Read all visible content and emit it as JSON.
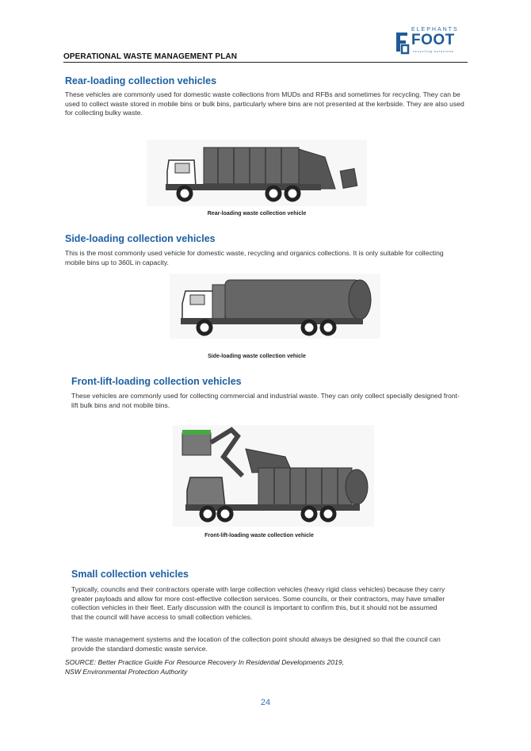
{
  "header": {
    "title": "OPERATIONAL WASTE MANAGEMENT PLAN",
    "logo": {
      "top": "ELEPHANTS",
      "main": "FOOT",
      "sub": "recycling solutions",
      "icon": "elephant-foot-logo-icon"
    }
  },
  "sections": [
    {
      "heading": "Rear-loading collection vehicles",
      "text": "These vehicles are commonly used for domestic waste collections from MUDs and RFBs and sometimes for recycling. They can be used to collect waste stored in mobile bins or bulk bins, particularly where bins are not presented at the kerbside. They are also used for collecting bulky waste.",
      "caption": "Rear-loading waste collection vehicle"
    },
    {
      "heading": "Side-loading collection vehicles",
      "text": "This is the most commonly used vehicle for domestic waste, recycling and organics collections. It is only suitable for collecting mobile bins up to 360L in capacity.",
      "caption": "Side-loading waste collection vehicle"
    },
    {
      "heading": "Front-lift-loading collection vehicles",
      "text": "These vehicles are commonly used for collecting commercial and industrial waste. They can only collect specially designed front-lift bulk bins and not mobile bins.",
      "caption": "Front-lift-loading waste collection vehicle"
    },
    {
      "heading": "Small collection vehicles",
      "text": "Typically, councils and their contractors operate with large collection vehicles (heavy rigid class vehicles) because they carry greater payloads and allow for more cost-effective collection services. Some councils, or their contractors, may have smaller collection vehicles in their fleet. Early discussion with the council is important to confirm this, but it should not be assumed that the council will have access to small collection vehicles.",
      "text2": "The waste management systems and the location of the collection point should always be designed so that the council can provide the standard domestic waste service."
    }
  ],
  "source": {
    "line1": "SOURCE: Better Practice Guide For Resource Recovery In Residential Developments 2019,",
    "line2": "NSW Environmental Protection Authority"
  },
  "page_number": "24"
}
